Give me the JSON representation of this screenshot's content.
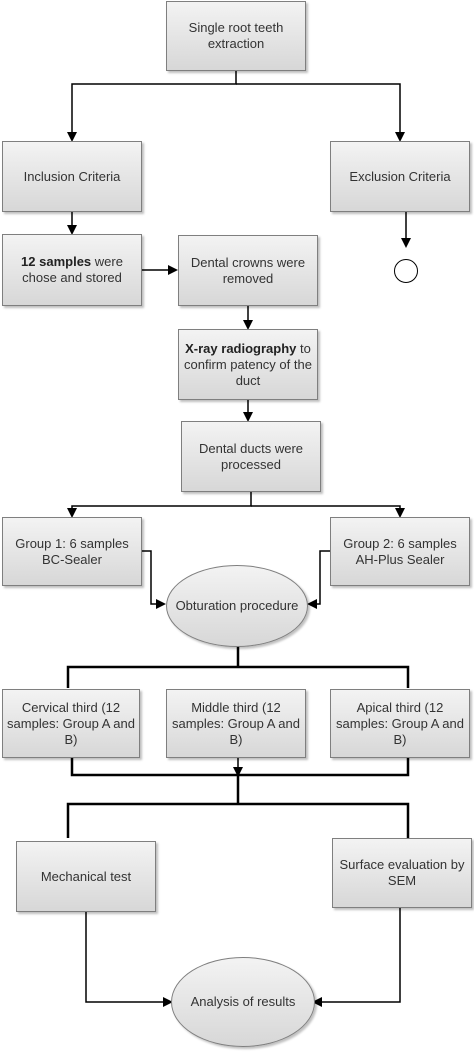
{
  "nodes": {
    "extraction": "Single root teeth extraction",
    "inclusion": "Inclusion Criteria",
    "exclusion": "Exclusion Criteria",
    "samples_bold": "12 samples",
    "samples_rest": " were chose and stored",
    "crowns": "Dental crowns were removed",
    "xray_bold": "X-ray radiography",
    "xray_rest": " to confirm patency of the duct",
    "ducts": "Dental ducts were processed",
    "group1": "Group 1: 6 samples BC-Sealer",
    "group2": "Group 2: 6 samples AH-Plus Sealer",
    "obturation": "Obturation procedure",
    "cervical": "Cervical third (12 samples: Group A and B)",
    "middle": "Middle third (12 samples: Group A and B)",
    "apical": "Apical third (12 samples: Group A and B)",
    "mechanical": "Mechanical test",
    "surface": "Surface evaluation by SEM",
    "analysis": "Analysis of results"
  }
}
